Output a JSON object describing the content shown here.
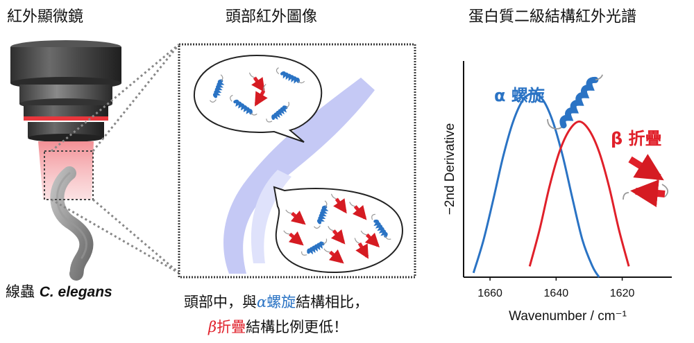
{
  "titles": {
    "microscope": "紅外顯微鏡",
    "head_image": "頭部紅外圖像",
    "spectrum": "蛋白質二級結構紅外光譜"
  },
  "worm_label": {
    "prefix": "線蟲",
    "species": "C. elegans"
  },
  "conclusion": {
    "line1_a": "頭部中，與",
    "alpha_symbol": "α",
    "alpha_word": "螺旋",
    "line1_b": "結構相比，",
    "beta_symbol": "β",
    "beta_word": "折疊",
    "line2_b": "結構比例更低！"
  },
  "colors": {
    "alpha": "#2a73c4",
    "beta": "#e0202a",
    "worm_glow": "#bfc4f2"
  },
  "chart_data": {
    "type": "line",
    "xlabel": "Wavenumber / cm⁻¹",
    "ylabel": "−2nd Derivative",
    "xlim": [
      1668,
      1605
    ],
    "x_reversed": true,
    "xticks": [
      1660,
      1640,
      1620
    ],
    "ylim": [
      0,
      1
    ],
    "grid": false,
    "series": [
      {
        "name": "α 螺旋",
        "color": "#2a73c4",
        "x": [
          1665,
          1662,
          1659,
          1656,
          1653,
          1650,
          1647,
          1644,
          1641,
          1638,
          1635,
          1632,
          1629,
          1627
        ],
        "values": [
          0.02,
          0.17,
          0.36,
          0.56,
          0.72,
          0.82,
          0.85,
          0.82,
          0.72,
          0.56,
          0.36,
          0.17,
          0.05,
          0.0
        ]
      },
      {
        "name": "β 折疊",
        "color": "#e0202a",
        "x": [
          1648,
          1645,
          1642,
          1639,
          1636,
          1633,
          1630,
          1627,
          1624,
          1621,
          1618
        ],
        "values": [
          0.05,
          0.22,
          0.42,
          0.58,
          0.68,
          0.72,
          0.68,
          0.58,
          0.42,
          0.22,
          0.05
        ]
      }
    ]
  }
}
